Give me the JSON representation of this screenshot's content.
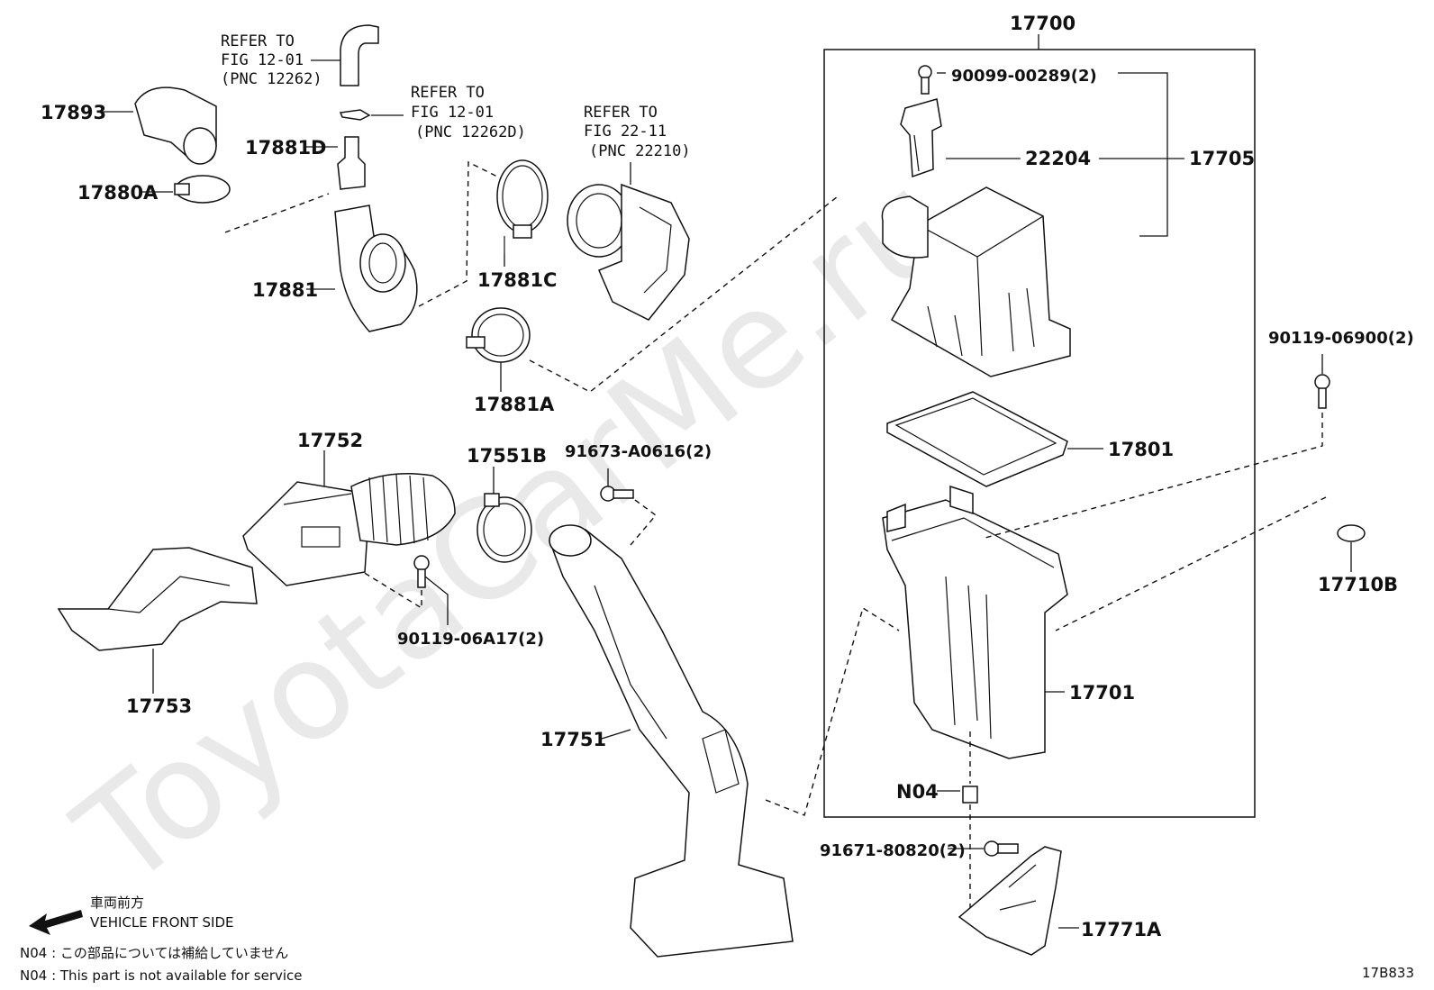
{
  "watermark": "ToyotaCarMe.ru",
  "diagram_code": "17B833",
  "refs": [
    {
      "line1": "REFER TO",
      "line2": "FIG 12-01",
      "line3": "(PNC 12262)"
    },
    {
      "line1": "REFER TO",
      "line2": "FIG 12-01",
      "line3": "(PNC 12262D)"
    },
    {
      "line1": "REFER TO",
      "line2": "FIG 22-11",
      "line3": "(PNC 22210)"
    }
  ],
  "labels": {
    "p17700": "17700",
    "p90099": "90099-00289(2)",
    "p22204": "22204",
    "p17705": "17705",
    "p17893": "17893",
    "p17881D": "17881D",
    "p17880A": "17880A",
    "p17881": "17881",
    "p17881C": "17881C",
    "p17881A": "17881A",
    "p17801": "17801",
    "p90119_069": "90119-06900(2)",
    "p17752": "17752",
    "p17551B": "17551B",
    "p91673": "91673-A0616(2)",
    "p90119_06A": "90119-06A17(2)",
    "p17753": "17753",
    "p17751": "17751",
    "p17701": "17701",
    "p17710B": "17710B",
    "pN04": "N04",
    "p91671": "91671-80820(2)",
    "p17771A": "17771A"
  },
  "legend": {
    "front_jp": "車両前方",
    "front_en": "VEHICLE FRONT SIDE",
    "note_jp": "N04 : この部品については補給していません",
    "note_en": "N04 : This part is not available for service"
  }
}
